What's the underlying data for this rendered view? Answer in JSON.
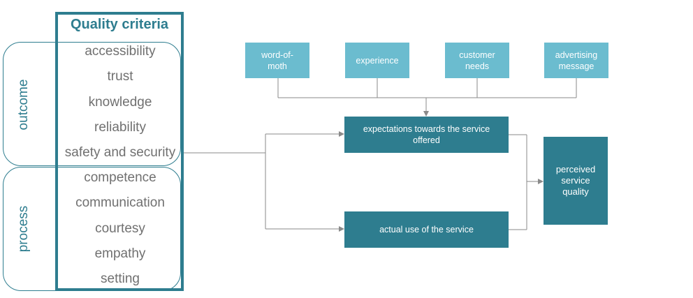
{
  "criteria": {
    "title": "Quality criteria",
    "items": [
      "accessibility",
      "trust",
      "knowledge",
      "reliability",
      "safety and security",
      "competence",
      "communication",
      "courtesy",
      "empathy",
      "setting"
    ]
  },
  "groups": {
    "outcome": "outcome",
    "process": "process"
  },
  "influences": [
    "word-of-\nmoth",
    "experience",
    "customer\nneeds",
    "advertising\nmessage"
  ],
  "expectations": "expectations towards the service\noffered",
  "actual_use": "actual use of the service",
  "perceived": "perceived\nservice\nquality",
  "colors": {
    "teal_dark": "#2e7d8f",
    "teal_light": "#6bbccf",
    "text_gray": "#707070",
    "connector": "#8a8a8a"
  }
}
